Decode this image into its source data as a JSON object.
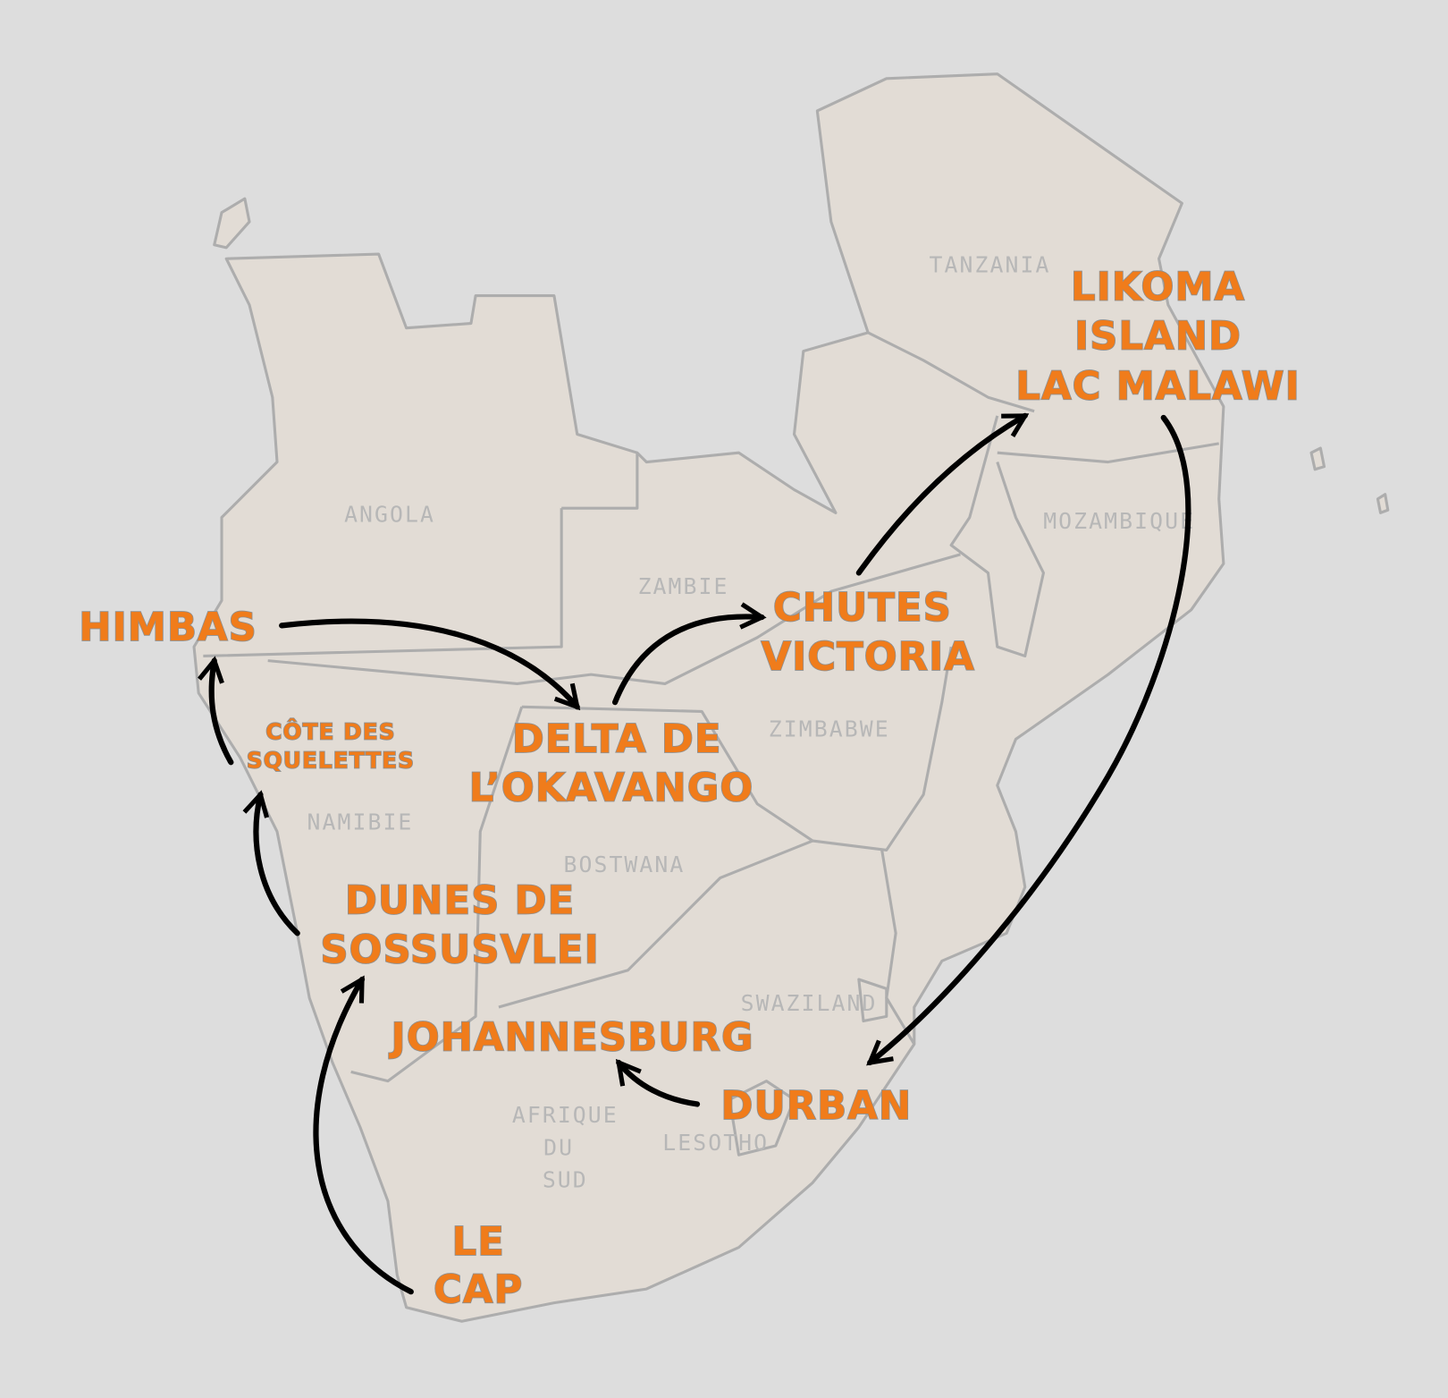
{
  "map": {
    "countries": [
      "TANZANIA",
      "ANGOLA",
      "ZAMBIE",
      "MOZAMBIQUE",
      "ZIMBABWE",
      "NAMIBIE",
      "BOSTWANA",
      "SWAZILAND",
      "AFRIQUE",
      "DU",
      "SUD",
      "LESOTHO"
    ],
    "places": {
      "likoma": [
        "LIKOMA",
        "ISLAND",
        "LAC MALAWI"
      ],
      "himbas": "HIMBAS",
      "chutes": [
        "CHUTES",
        "VICTORIA"
      ],
      "cote": [
        "CÔTE DES",
        "SQUELETTES"
      ],
      "delta": [
        "DELTA DE",
        "L’OKAVANGO"
      ],
      "dunes": [
        "DUNES DE",
        "SOSSUSVLEI"
      ],
      "johannesburg": "JOHANNESBURG",
      "durban": "DURBAN",
      "cap": [
        "LE",
        "CAP"
      ]
    },
    "colors": {
      "place": "#f07c1b",
      "land": "#e2dcd5",
      "water": "#dddddd",
      "route": "#000000"
    }
  }
}
